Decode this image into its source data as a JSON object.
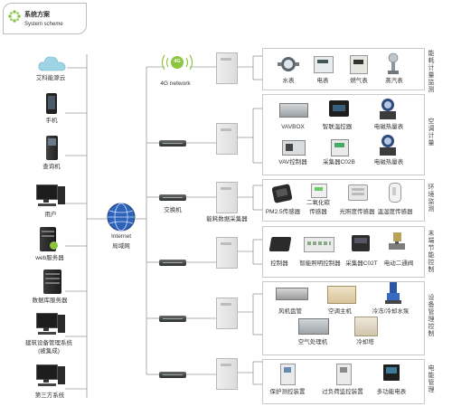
{
  "header": {
    "title": "系统方案",
    "subtitle": "System scheme"
  },
  "left_nodes": [
    "艾科能源云",
    "手机",
    "查询机",
    "用户",
    "web服务器",
    "数据库服务器",
    "建筑设备管理系统",
    "(被集成)",
    "第三方系统"
  ],
  "center": {
    "internet": "Internet",
    "lan": "局域网"
  },
  "links": {
    "wireless": "4G network",
    "switch": "交换机",
    "collector": "能耗数据采集器"
  },
  "sections": [
    {
      "title": "能耗计量监测",
      "devices": [
        "水表",
        "电表",
        "燃气表",
        "蒸汽表"
      ]
    },
    {
      "title": "空调计量",
      "devices": [
        "VAVBOX",
        "智联温控器",
        "电磁热量表",
        "VAV控制器",
        "采集器C02B",
        "电磁热量表"
      ]
    },
    {
      "title": "环境监测",
      "devices": [
        "PM2.5传感器",
        "二氧化碳",
        "传感器",
        "光照度传感器",
        "温湿度传感器"
      ]
    },
    {
      "title": "末端节能控制",
      "devices": [
        "控制器",
        "智能照明控制器",
        "采集器C02T",
        "电动二通阀"
      ]
    },
    {
      "title": "设备管理控制",
      "devices": [
        "风机盘管",
        "空调主机",
        "冷冻/冷却水泵",
        "空气处理机",
        "冷却塔"
      ]
    },
    {
      "title": "电能管理",
      "devices": [
        "保护测控装置",
        "过负荷监控装置",
        "多功能电表"
      ]
    }
  ],
  "badge": "4G",
  "colors": {
    "accent": "#8cc63f",
    "line": "#9a9a9a"
  }
}
